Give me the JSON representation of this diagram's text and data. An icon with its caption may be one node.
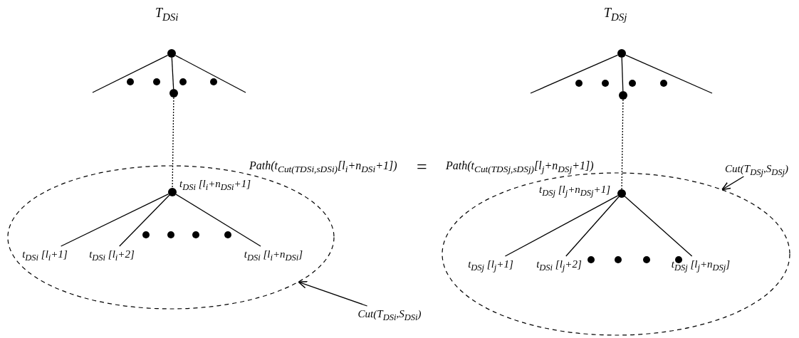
{
  "diagram": {
    "nodes": [
      {
        "text": [],
        "shape": "circle"
      },
      {
        "text": [],
        "shape": "circle"
      },
      {
        "text": [],
        "shape": "ellipse"
      },
      {
        "text": [],
        "shape": "circle",
        "in": 2,
        "beside": [
          "t$_{DSi}$ [l$_{i}$+n$_{DSi}$+1]"
        ]
      },
      {
        "text": [
          "t$_{DSi}$ [l$_{i}$+1]"
        ],
        "in": 2
      },
      {
        "text": [
          "t$_{DSi}$ [l$_{i}$+2]"
        ],
        "in": 2
      },
      {
        "text": [
          "t$_{DSi}$ [l$_{i}$+n$_{DSi}$]"
        ],
        "in": 2
      },
      {
        "text": [
          "Cut(T$_{DSi}$,S$_{DSi}$)"
        ]
      },
      {
        "text": [],
        "shape": "circle"
      },
      {
        "text": [],
        "shape": "circle"
      },
      {
        "text": [],
        "shape": "ellipse"
      },
      {
        "text": [],
        "shape": "circle",
        "in": 10,
        "beside": [
          "t$_{DSj}$ [l$_{j}$+n$_{DSj}$+1]"
        ]
      },
      {
        "text": [
          "t$_{DSj}$ [l$_{j}$+1]"
        ],
        "in": 10
      },
      {
        "text": [
          "t$_{DSi}$ [l$_{j}$+2]"
        ],
        "in": 10
      },
      {
        "text": [
          "t$_{DSj}$ [l$_{j}$+n$_{DSj}$]"
        ],
        "in": 10
      },
      {
        "text": [
          "Cut(T$_{DSj}$,S$_{DSj}$)"
        ]
      }
    ],
    "edges": [
      {
        "from": 0,
        "to": null,
        "arrow": "none"
      },
      {
        "from": 0,
        "to": null,
        "arrow": "none"
      },
      {
        "from": 0,
        "to": 1,
        "arrow": "none"
      },
      {
        "from": 1,
        "to": 3,
        "arrow": "none",
        "style": "dashed"
      },
      {
        "from": 3,
        "to": 4,
        "arrow": "none"
      },
      {
        "from": 3,
        "to": 5,
        "arrow": "none"
      },
      {
        "from": 3,
        "to": 6,
        "arrow": "none"
      },
      {
        "from": 7,
        "to": 2,
        "arrow": "to"
      },
      {
        "from": 8,
        "to": null,
        "arrow": "none"
      },
      {
        "from": 8,
        "to": null,
        "arrow": "none"
      },
      {
        "from": 8,
        "to": 9,
        "arrow": "none"
      },
      {
        "from": 9,
        "to": 11,
        "arrow": "none",
        "style": "dashed"
      },
      {
        "from": 11,
        "to": 12,
        "arrow": "none"
      },
      {
        "from": 11,
        "to": 13,
        "arrow": "none"
      },
      {
        "from": 11,
        "to": 14,
        "arrow": "none"
      },
      {
        "from": 15,
        "to": 10,
        "arrow": "to"
      }
    ],
    "labels": [
      "T$_{DSi}$",
      "T$_{DSj}$",
      "Path(t$_{Cut(TDSi,sDSi)}$[l$_{i}$+n$_{DSi}$+1])",
      "=",
      "Path(t$_{Cut(TDSj,sDSj)}$[l$_{j}$+n$_{DSj}$+1])"
    ]
  }
}
